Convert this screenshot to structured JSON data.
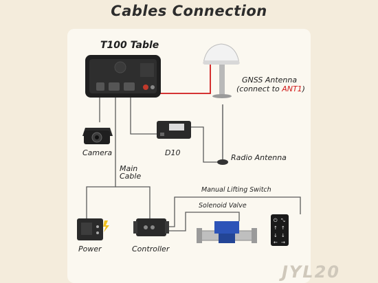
{
  "title": "Cables Connection",
  "labels": {
    "t100": "T100 Table",
    "gnss_line1": "GNSS Antenna",
    "gnss_line2_prefix": "(connect to ",
    "gnss_line2_port": "ANT1",
    "gnss_line2_suffix": ")",
    "camera": "Camera",
    "d10": "D10",
    "radio_antenna": "Radio Antenna",
    "main_cable_1": "Main",
    "main_cable_2": "Cable",
    "manual_lifting_switch": "Manual Lifting Switch",
    "solenoid_valve": "Solenoid Valve",
    "power": "Power",
    "controller": "Controller"
  },
  "watermark": "JYL20",
  "colors": {
    "background": "#f4ecdc",
    "panel": "#fbf8f0",
    "cable": "#5a5a5a",
    "antenna_cable": "#d01818",
    "accent": "#d01818",
    "valve_blue": "#2d54b8"
  },
  "icons": {
    "t100": "tablet-display-icon",
    "gnss": "gnss-antenna-icon",
    "camera": "camera-icon",
    "d10": "d10-module-icon",
    "radio": "radio-antenna-icon",
    "power": "power-station-icon",
    "controller": "controller-box-icon",
    "valve": "solenoid-valve-icon",
    "switch": "lifting-switch-icon"
  }
}
